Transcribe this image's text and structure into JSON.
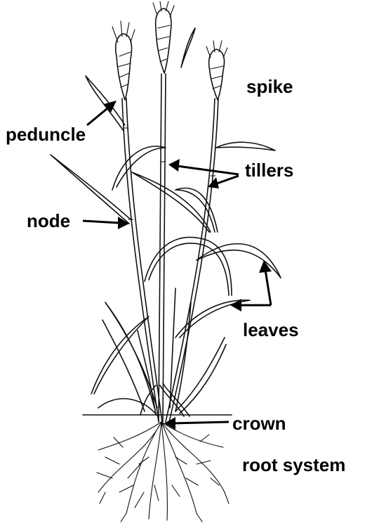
{
  "labels": {
    "spike": "spike",
    "peduncle": "peduncle",
    "tillers": "tillers",
    "node": "node",
    "leaves": "leaves",
    "crown": "crown",
    "root_system": "root system"
  },
  "colors": {
    "ink": "#000000",
    "background": "#ffffff"
  }
}
